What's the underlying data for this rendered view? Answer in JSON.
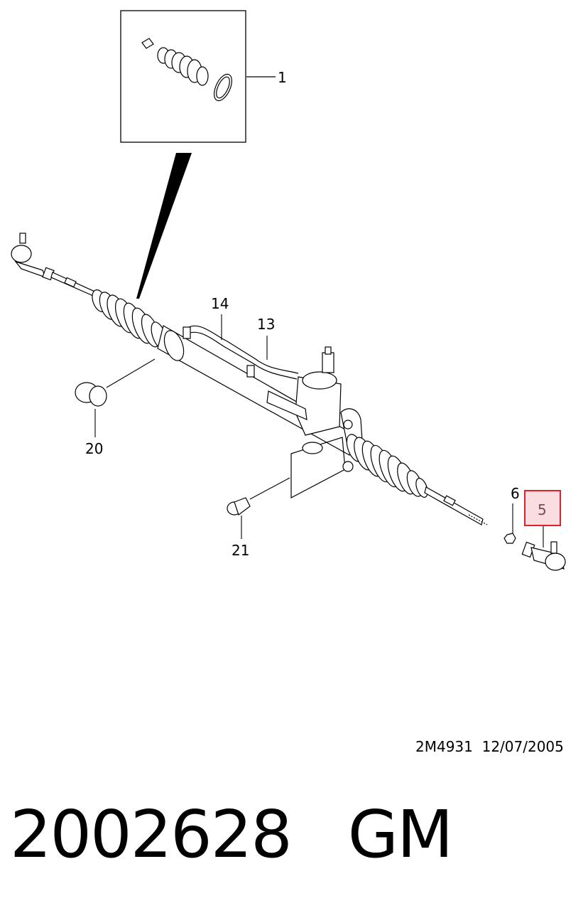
{
  "callouts": {
    "c1": "1",
    "c5": "5",
    "c6": "6",
    "c13": "13",
    "c14": "14",
    "c20": "20",
    "c21": "21"
  },
  "highlight_color": "#e0202a",
  "highlight_fill": "#f9dde0",
  "drawing_ref": "2M4931",
  "drawing_date": "12/07/2005",
  "part_number": "2002628",
  "brand": "GM"
}
